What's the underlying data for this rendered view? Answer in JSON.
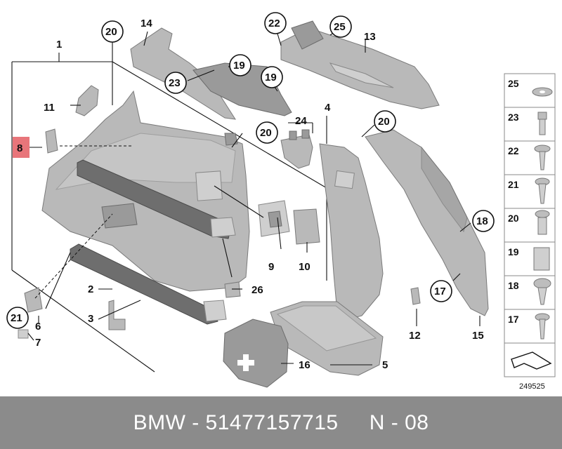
{
  "callouts": {
    "c1": "1",
    "c2": "2",
    "c3": "3",
    "c4": "4",
    "c5": "5",
    "c6": "6",
    "c7": "7",
    "c8": "8",
    "c9": "9",
    "c10": "10",
    "c11": "11",
    "c12": "12",
    "c13": "13",
    "c14": "14",
    "c15": "15",
    "c16": "16",
    "c17": "17",
    "c18": "18",
    "c19": "19",
    "c20": "20",
    "c21": "21",
    "c22": "22",
    "c23": "23",
    "c24": "24",
    "c25": "25",
    "c26": "26"
  },
  "highlight_color": "#e8757a",
  "legend": {
    "items": [
      "25",
      "23",
      "22",
      "21",
      "20",
      "19",
      "18",
      "17"
    ]
  },
  "reference_number": "249525",
  "footer": {
    "text": "BMW - 51477157715     N - 08"
  }
}
